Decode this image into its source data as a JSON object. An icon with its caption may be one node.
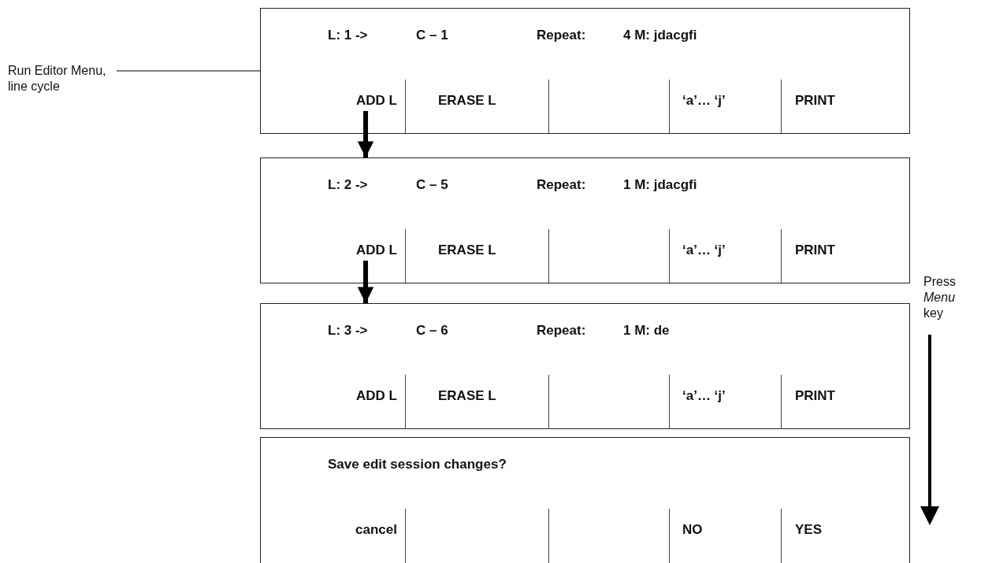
{
  "diagram": {
    "nodes": [
      {
        "text": [
          "L: 1 ->",
          "C – 1",
          "Repeat:",
          "4 M: jdacgfi"
        ]
      },
      {
        "text": [
          "ADD L"
        ],
        "in": 0
      },
      {
        "text": [
          "ERASE L"
        ],
        "in": 0
      },
      {
        "text": [
          "‘a’… ‘j’"
        ],
        "in": 0
      },
      {
        "text": [
          "PRINT"
        ],
        "in": 0
      },
      {
        "text": [
          "Run Editor Menu, line cycle"
        ]
      },
      {
        "text": [
          "L: 2 ->",
          "C – 5",
          "Repeat:",
          "1 M: jdacgfi"
        ]
      },
      {
        "text": [
          "ADD L"
        ],
        "in": 6
      },
      {
        "text": [
          "ERASE L"
        ],
        "in": 6
      },
      {
        "text": [
          "‘a’… ‘j’"
        ],
        "in": 6
      },
      {
        "text": [
          "PRINT"
        ],
        "in": 6
      },
      {
        "text": [
          "L: 3 ->",
          "C – 6",
          "Repeat:",
          "1 M: de"
        ]
      },
      {
        "text": [
          "ADD L"
        ],
        "in": 11
      },
      {
        "text": [
          "ERASE L"
        ],
        "in": 11
      },
      {
        "text": [
          "‘a’… ‘j’"
        ],
        "in": 11
      },
      {
        "text": [
          "PRINT"
        ],
        "in": 11
      },
      {
        "text": [
          "Save edit session changes?"
        ]
      },
      {
        "text": [
          "cancel"
        ],
        "in": 16
      },
      {
        "text": [
          "NO"
        ],
        "in": 16
      },
      {
        "text": [
          "YES"
        ],
        "in": 16
      }
    ],
    "edges": [
      {
        "from": 5,
        "to": 0,
        "arrow": "none"
      },
      {
        "from": 1,
        "to": 6,
        "arrow": "to"
      },
      {
        "from": 7,
        "to": 11,
        "arrow": "to"
      }
    ],
    "labels": [
      "Press *Menu* key"
    ]
  }
}
